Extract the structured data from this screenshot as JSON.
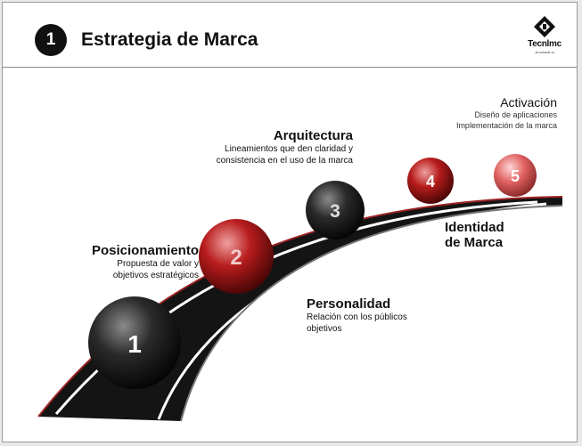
{
  "header": {
    "step_number": "1",
    "title": "Estrategia de Marca"
  },
  "logo": {
    "name": "Tecnlmc",
    "subtext": "al consult ol"
  },
  "steps": [
    {
      "number": "1",
      "color": "#1a1a1a"
    },
    {
      "number": "2",
      "color": "#b71c1c"
    },
    {
      "number": "3",
      "color": "#1a1a1a"
    },
    {
      "number": "4",
      "color": "#b71c1c"
    },
    {
      "number": "5",
      "color": "#e06060"
    }
  ],
  "labels": {
    "posicionamiento": {
      "title": "Posicionamiento",
      "desc1": "Propuesta de valor y",
      "desc2": "objetivos estratégicos"
    },
    "arquitectura": {
      "title": "Arquitectura",
      "desc1": "Lineamientos que den claridad y",
      "desc2": "consistencia en el uso de la marca"
    },
    "activacion": {
      "title": "Activación",
      "desc1": "Diseño de aplicaciones",
      "desc2": "Implementación de la marca"
    },
    "identidad": {
      "title1": "Identidad",
      "title2": "de Marca"
    },
    "personalidad": {
      "title": "Personalidad",
      "desc1": "Relación con los públicos",
      "desc2": "objetivos"
    }
  }
}
